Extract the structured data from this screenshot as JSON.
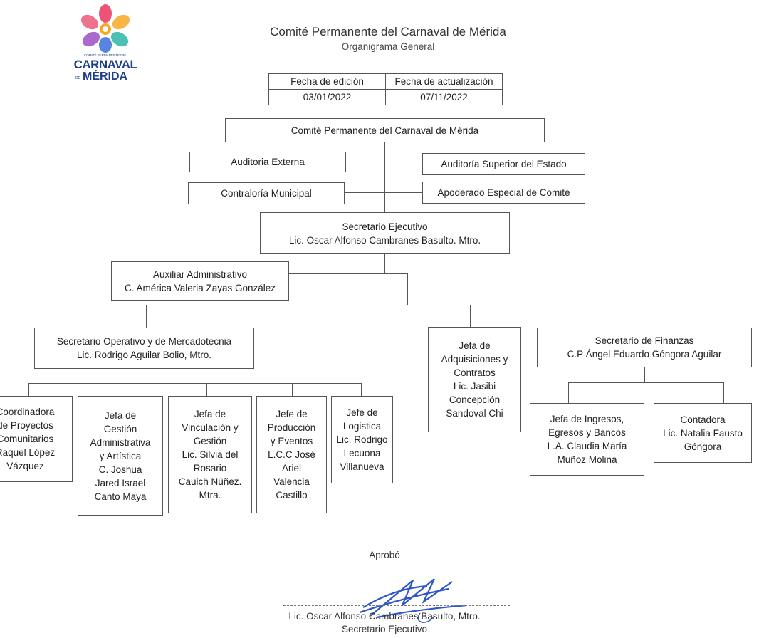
{
  "header": {
    "title": "Comité Permanente del Carnaval de Mérida",
    "subtitle": "Organigrama General"
  },
  "logo": {
    "small_text": "COMITÉ PERMANENTE DEL",
    "big_text": "CARNAVAL",
    "prefix": "DE",
    "city": "MÉRIDA",
    "colors": [
      "#e8365d",
      "#f7a823",
      "#2bb5a6",
      "#3a6fd8",
      "#9a4fc7",
      "#1d3f8f"
    ]
  },
  "dates": {
    "edit_label": "Fecha de edición",
    "update_label": "Fecha de actualización",
    "edit_value": "03/01/2022",
    "update_value": "07/11/2022"
  },
  "org": {
    "root": "Comité Permanente del Carnaval de Mérida",
    "auditoria_externa": "Auditoria Externa",
    "auditoria_superior": "Auditoría Superior del Estado",
    "contraloria": "Contraloría Municipal",
    "apoderado": "Apoderado Especial de Comité",
    "secretario_ejecutivo": {
      "line1": "Secretario Ejecutivo",
      "line2": "Lic. Oscar Alfonso Cambranes Basulto. Mtro."
    },
    "auxiliar": {
      "line1": "Auxiliar Administrativo",
      "line2": "C. América Valeria Zayas González"
    },
    "sec_operativo": {
      "line1": "Secretario Operativo y de Mercadotecnia",
      "line2": "Lic. Rodrigo Aguilar Bolio, Mtro."
    },
    "jefa_adquisiciones": [
      "Jefa de",
      "Adquisiciones y",
      "Contratos",
      "Lic. Jasibi",
      "Concepción",
      "Sandoval Chi"
    ],
    "sec_finanzas": {
      "line1": "Secretario de Finanzas",
      "line2": "C.P Ángel Eduardo Góngora Aguilar"
    },
    "coordinadora": [
      "Coordinadora",
      "de Proyectos",
      "Comunitarios",
      "Raquel López",
      "Vázquez"
    ],
    "jefa_gestion": [
      "Jefa de",
      "Gestión",
      "Administrativa",
      "y Artística",
      "C. Joshua",
      "Jared Israel",
      "Canto Maya"
    ],
    "jefa_vinculacion": [
      "Jefa de",
      "Vinculación y",
      "Gestión",
      "Lic. Silvia del",
      "Rosario",
      "Cauich Núñez.",
      "Mtra."
    ],
    "jefe_produccion": [
      "Jefe de",
      "Producción",
      "y Eventos",
      "L.C.C José",
      "Ariel",
      "Valencia",
      "Castillo"
    ],
    "jefe_logistica": [
      "Jefe de",
      "Logistica",
      "Lic. Rodrigo",
      "Lecuona",
      "Villanueva"
    ],
    "jefa_ingresos": [
      "Jefa de Ingresos,",
      "Egresos y Bancos",
      "L.A. Claudia María",
      "Muñoz Molina"
    ],
    "contadora": [
      "Contadora",
      "Lic. Natalia Fausto",
      "Góngora"
    ]
  },
  "approval": {
    "label": "Aprobó",
    "name": "Lic. Oscar Alfonso Cambranes Basulto, Mtro.",
    "title": "Secretario Ejecutivo"
  }
}
